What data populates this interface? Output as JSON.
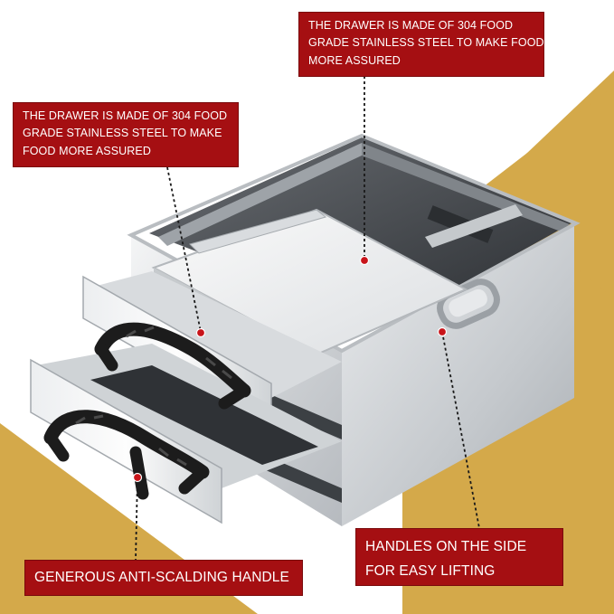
{
  "callouts": {
    "drawer_top": {
      "lines": [
        "THE DRAWER IS MADE OF 304 FOOD",
        "GRADE STAINLESS STEEL TO MAKE FOOD",
        "MORE ASSURED"
      ]
    },
    "drawer_left": {
      "lines": [
        "THE DRAWER IS MADE OF 304 FOOD",
        "GRADE STAINLESS STEEL TO MAKE",
        "FOOD MORE ASSURED"
      ]
    },
    "side_handles": {
      "lines": [
        "HANDLES ON THE SIDE",
        "FOR EASY LIFTING"
      ]
    },
    "anti_scald": {
      "text": "GENEROUS ANTI-SCALDING HANDLE"
    }
  },
  "colors": {
    "callout_bg": "#a50f12",
    "accent_gold": "#d4a94a",
    "marker": "#c8141a",
    "steel": "#c9ccd0",
    "handle": "#1c1c1c"
  }
}
